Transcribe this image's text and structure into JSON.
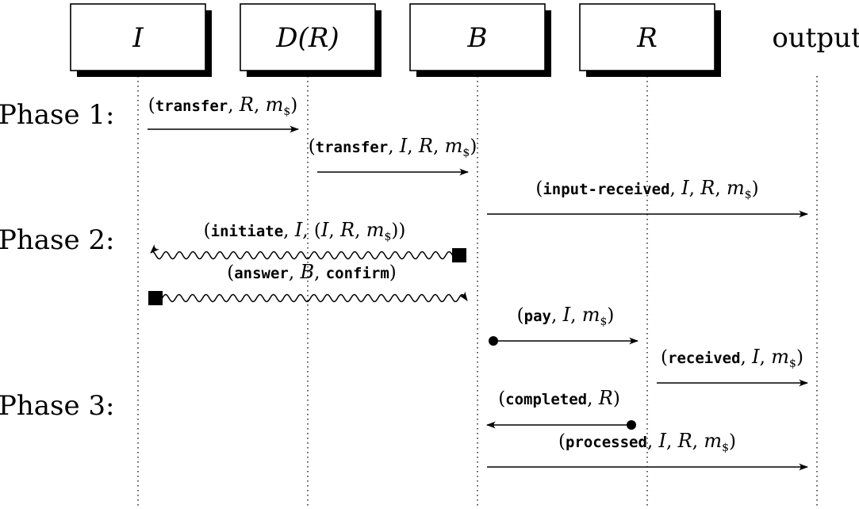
{
  "participants": [
    {
      "id": "I",
      "label": "I",
      "italic": true,
      "boxed": true
    },
    {
      "id": "DR",
      "label": "D(R)",
      "italic": true,
      "boxed": true
    },
    {
      "id": "B",
      "label": "B",
      "italic": true,
      "boxed": true
    },
    {
      "id": "R",
      "label": "R",
      "italic": true,
      "boxed": true
    },
    {
      "id": "out",
      "label": "output",
      "italic": false,
      "boxed": false
    }
  ],
  "phases": [
    {
      "id": "p1",
      "label": "Phase 1:"
    },
    {
      "id": "p2",
      "label": "Phase 2:"
    },
    {
      "id": "p3",
      "label": "Phase 3:"
    }
  ],
  "messages": [
    {
      "id": "m1",
      "from": "I",
      "to": "DR",
      "style": "straight",
      "start": "none",
      "label": [
        {
          "t": "(",
          "k": "r"
        },
        {
          "t": "transfer",
          "k": "m"
        },
        {
          "t": ", ",
          "k": "r"
        },
        {
          "t": "R",
          "k": "i"
        },
        {
          "t": ", ",
          "k": "r"
        },
        {
          "t": "m",
          "k": "i"
        },
        {
          "t": "$",
          "k": "s"
        },
        {
          "t": ")",
          "k": "r"
        }
      ]
    },
    {
      "id": "m2",
      "from": "DR",
      "to": "B",
      "style": "straight",
      "start": "none",
      "label": [
        {
          "t": "(",
          "k": "r"
        },
        {
          "t": "transfer",
          "k": "m"
        },
        {
          "t": ", ",
          "k": "r"
        },
        {
          "t": "I",
          "k": "i"
        },
        {
          "t": ", ",
          "k": "r"
        },
        {
          "t": "R",
          "k": "i"
        },
        {
          "t": ", ",
          "k": "r"
        },
        {
          "t": "m",
          "k": "i"
        },
        {
          "t": "$",
          "k": "s"
        },
        {
          "t": ")",
          "k": "r"
        }
      ]
    },
    {
      "id": "m3",
      "from": "B",
      "to": "out",
      "style": "straight",
      "start": "none",
      "label": [
        {
          "t": "(",
          "k": "r"
        },
        {
          "t": "input-received",
          "k": "m"
        },
        {
          "t": ", ",
          "k": "r"
        },
        {
          "t": "I",
          "k": "i"
        },
        {
          "t": ", ",
          "k": "r"
        },
        {
          "t": "R",
          "k": "i"
        },
        {
          "t": ", ",
          "k": "r"
        },
        {
          "t": "m",
          "k": "i"
        },
        {
          "t": "$",
          "k": "s"
        },
        {
          "t": ")",
          "k": "r"
        }
      ]
    },
    {
      "id": "m4",
      "from": "B",
      "to": "I",
      "style": "wavy",
      "start": "square",
      "label": [
        {
          "t": "(",
          "k": "r"
        },
        {
          "t": "initiate",
          "k": "m"
        },
        {
          "t": ", ",
          "k": "r"
        },
        {
          "t": "I",
          "k": "i"
        },
        {
          "t": ", (",
          "k": "r"
        },
        {
          "t": "I",
          "k": "i"
        },
        {
          "t": ", ",
          "k": "r"
        },
        {
          "t": "R",
          "k": "i"
        },
        {
          "t": ", ",
          "k": "r"
        },
        {
          "t": "m",
          "k": "i"
        },
        {
          "t": "$",
          "k": "s"
        },
        {
          "t": "))",
          "k": "r"
        }
      ]
    },
    {
      "id": "m5",
      "from": "I",
      "to": "B",
      "style": "wavy",
      "start": "square",
      "label": [
        {
          "t": "(",
          "k": "r"
        },
        {
          "t": "answer",
          "k": "m"
        },
        {
          "t": ", ",
          "k": "r"
        },
        {
          "t": "B",
          "k": "i"
        },
        {
          "t": ", ",
          "k": "r"
        },
        {
          "t": "confirm",
          "k": "m"
        },
        {
          "t": ")",
          "k": "r"
        }
      ]
    },
    {
      "id": "m6",
      "from": "B",
      "to": "R",
      "style": "straight",
      "start": "dot",
      "label": [
        {
          "t": "(",
          "k": "r"
        },
        {
          "t": "pay",
          "k": "m"
        },
        {
          "t": ", ",
          "k": "r"
        },
        {
          "t": "I",
          "k": "i"
        },
        {
          "t": ", ",
          "k": "r"
        },
        {
          "t": "m",
          "k": "i"
        },
        {
          "t": "$",
          "k": "s"
        },
        {
          "t": ")",
          "k": "r"
        }
      ]
    },
    {
      "id": "m7",
      "from": "R",
      "to": "out",
      "style": "straight",
      "start": "none",
      "label": [
        {
          "t": "(",
          "k": "r"
        },
        {
          "t": "received",
          "k": "m"
        },
        {
          "t": ", ",
          "k": "r"
        },
        {
          "t": "I",
          "k": "i"
        },
        {
          "t": ", ",
          "k": "r"
        },
        {
          "t": "m",
          "k": "i"
        },
        {
          "t": "$",
          "k": "s"
        },
        {
          "t": ")",
          "k": "r"
        }
      ]
    },
    {
      "id": "m8",
      "from": "R",
      "to": "B",
      "style": "straight",
      "start": "dot",
      "label": [
        {
          "t": "(",
          "k": "r"
        },
        {
          "t": "completed",
          "k": "m"
        },
        {
          "t": ", ",
          "k": "r"
        },
        {
          "t": "R",
          "k": "i"
        },
        {
          "t": ")",
          "k": "r"
        }
      ]
    },
    {
      "id": "m9",
      "from": "B",
      "to": "out",
      "style": "straight",
      "start": "none",
      "label": [
        {
          "t": "(",
          "k": "r"
        },
        {
          "t": "processed",
          "k": "m"
        },
        {
          "t": ", ",
          "k": "r"
        },
        {
          "t": "I",
          "k": "i"
        },
        {
          "t": ", ",
          "k": "r"
        },
        {
          "t": "R",
          "k": "i"
        },
        {
          "t": ", ",
          "k": "r"
        },
        {
          "t": "m",
          "k": "i"
        },
        {
          "t": "$",
          "k": "s"
        },
        {
          "t": ")",
          "k": "r"
        }
      ]
    }
  ]
}
